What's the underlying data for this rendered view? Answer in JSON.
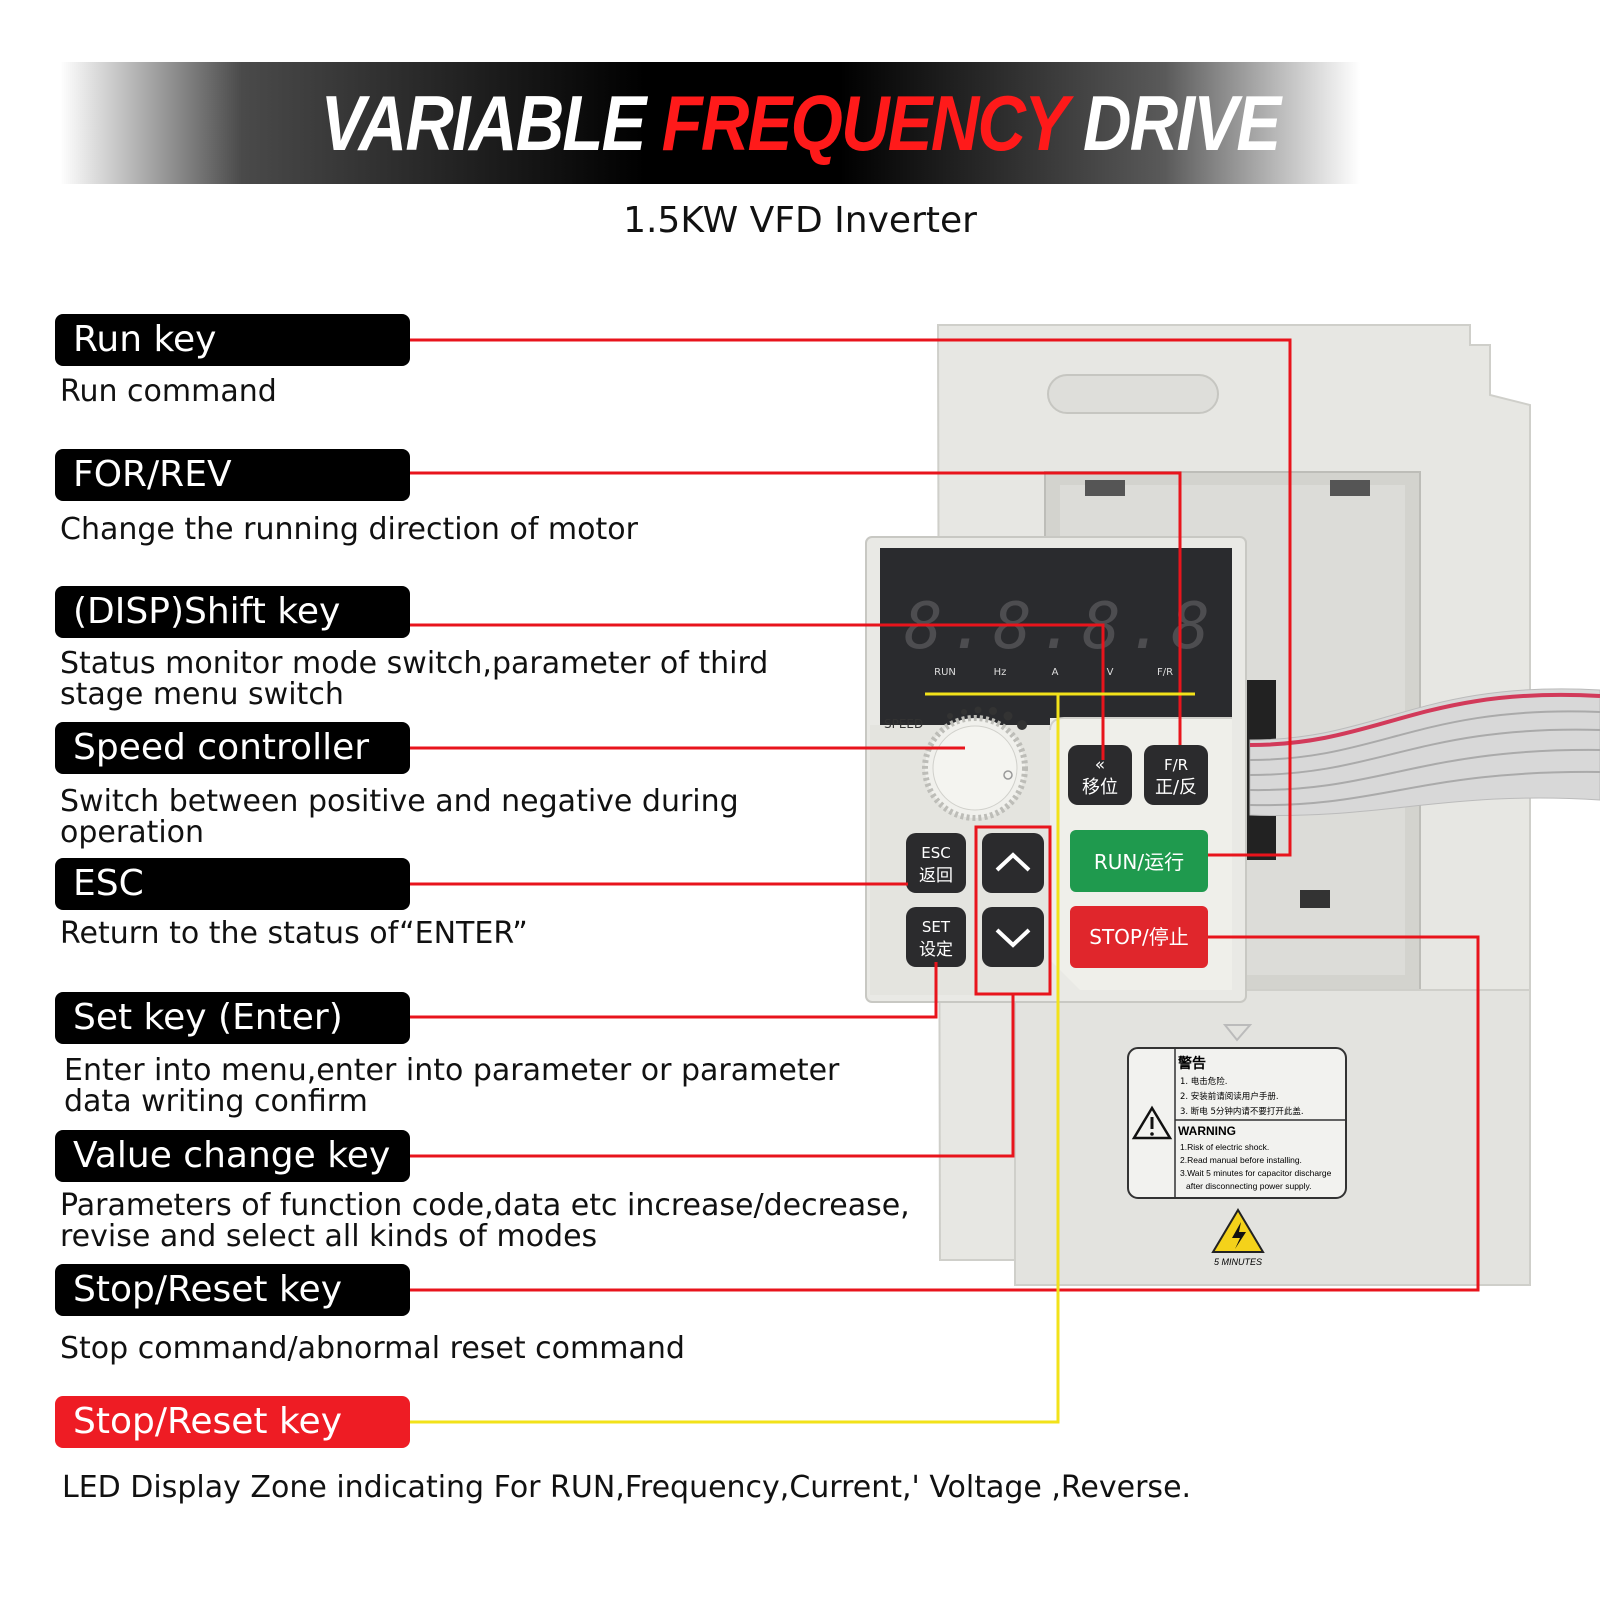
{
  "header": {
    "title_part1": "VARIABLE",
    "title_part2": "FREQUENCY",
    "title_part3": "DRIVE",
    "subtitle": "1.5KW VFD Inverter"
  },
  "callouts": [
    {
      "label": "Run key",
      "desc": [
        "Run command"
      ]
    },
    {
      "label": "FOR/REV",
      "desc": [
        "Change the running direction of motor"
      ]
    },
    {
      "label": "(DISP)Shift key",
      "desc": [
        "Status monitor mode switch,parameter of third",
        "stage menu switch"
      ]
    },
    {
      "label": "Speed controller",
      "desc": [
        "Switch between positive and negative during",
        "operation"
      ]
    },
    {
      "label": "ESC",
      "desc": [
        "Return to the status of“ENTER”"
      ]
    },
    {
      "label": "Set key (Enter)",
      "desc": [
        "Enter into menu,enter into parameter or parameter",
        "data writing confirm"
      ]
    },
    {
      "label": "Value change key",
      "desc": [
        "Parameters of function code,data etc increase/decrease,",
        "revise and select all kinds of modes"
      ]
    },
    {
      "label": "Stop/Reset key",
      "desc": [
        "Stop command/abnormal reset command"
      ]
    },
    {
      "label": "Stop/Reset key",
      "desc": [
        "LED Display Zone indicating For RUN,Frequency,Current,' Voltage ,Reverse."
      ]
    }
  ],
  "device": {
    "display_digits": "8.8.8.8",
    "indicators": [
      "RUN",
      "Hz",
      "A",
      "V",
      "F/R"
    ],
    "speed_label": "SPEED",
    "shift_key": [
      "«",
      "移位"
    ],
    "fr_key": [
      "F/R",
      "正/反"
    ],
    "esc_key": [
      "ESC",
      "返回"
    ],
    "set_key": [
      "SET",
      "设定"
    ],
    "run_key": "RUN/运行",
    "stop_key": "STOP/停止",
    "warning": {
      "cn_title": "警告",
      "cn_lines": [
        "1. 电击危险.",
        "2. 安装前请阅读用户手册.",
        "3. 断电 5分钟内请不要打开此盖."
      ],
      "en_title": "WARNING",
      "en_lines": [
        "1.Risk of electric shock.",
        "2.Read manual before installing.",
        "3.Wait 5 minutes for capacitor discharge",
        "after disconnecting power supply."
      ],
      "caption": "5 MINUTES"
    }
  },
  "colors": {
    "leader_red": "#e8141c",
    "leader_yellow": "#f2e21a",
    "run_green": "#1f9a4e",
    "stop_red": "#e0262c",
    "housing": "#e7e7e3"
  }
}
